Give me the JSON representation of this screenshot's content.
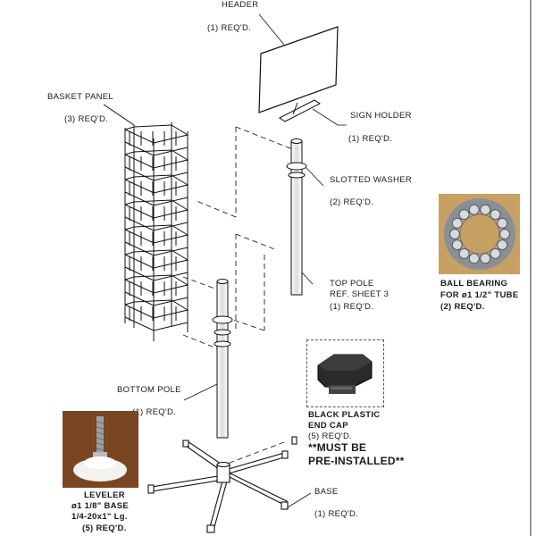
{
  "parts": {
    "header": {
      "name": "HEADER",
      "qty": "(1) REQ'D."
    },
    "sign_holder": {
      "name": "SIGN HOLDER",
      "qty": "(1) REQ'D."
    },
    "basket_panel": {
      "name": "BASKET PANEL",
      "qty": "(3) REQ'D."
    },
    "slotted_washer": {
      "name": "SLOTTED WASHER",
      "qty": "(2) REQ'D."
    },
    "top_pole": {
      "name": "TOP POLE",
      "ref": "REF. SHEET 3",
      "qty": "(1) REQ'D."
    },
    "ball_bearing": {
      "name": "BALL BEARING",
      "spec": "FOR ø1 1/2\" TUBE",
      "qty": "(2) REQ'D."
    },
    "end_cap": {
      "name1": "BLACK PLASTIC",
      "name2": "END CAP",
      "qty": "(5) REQ'D.",
      "note1": "**MUST BE",
      "note2": "PRE-INSTALLED**"
    },
    "bottom_pole": {
      "name": "BOTTOM POLE",
      "qty": "(1) REQ'D."
    },
    "base": {
      "name": "BASE",
      "qty": "(1) REQ'D."
    },
    "leveler": {
      "name": "LEVELER",
      "spec1": "ø1 1/8\" BASE",
      "spec2": "1/4-20x1\" Lg.",
      "qty": "(5) REQ'D."
    }
  }
}
